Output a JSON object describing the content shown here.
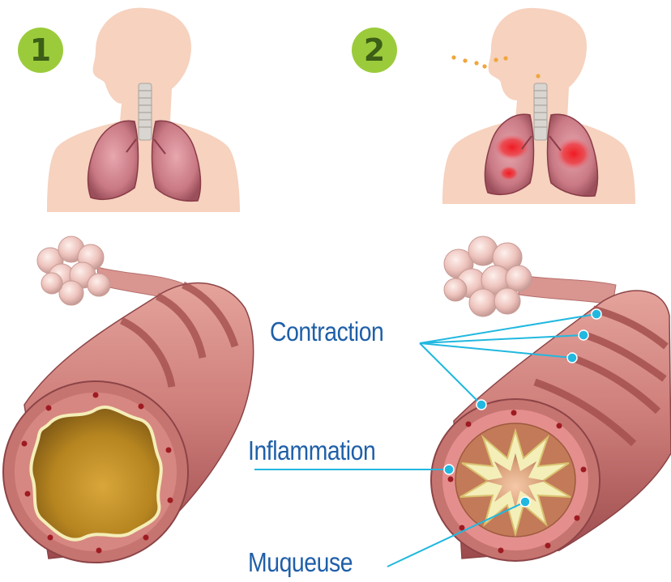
{
  "colors": {
    "badge_bg": "#9bcb3b",
    "badge_text": "#3d5e16",
    "label_text": "#1f5fa8",
    "pointer_line": "#21b8e0",
    "skin": "#f6d2bf",
    "airway_wall": "#c97674",
    "airway_band": "#b35d5d",
    "lumen_normal": "#c29528",
    "mucosa": "#f1eab1",
    "inflammation_spot": "#ec1c24",
    "alveoli": "#efc7c1",
    "particles": "#f0a63c"
  },
  "panels": [
    {
      "badge": "1",
      "state": "normal"
    },
    {
      "badge": "2",
      "state": "asthma"
    }
  ],
  "labels": {
    "contraction": "Contraction",
    "inflammation": "Inflammation",
    "muqueuse": "Muqueuse"
  },
  "icons": [
    "person-silhouette-icon",
    "lungs-icon",
    "trachea-icon",
    "alveoli-cluster-icon",
    "bronchus-icon",
    "pollen-particles-icon"
  ]
}
